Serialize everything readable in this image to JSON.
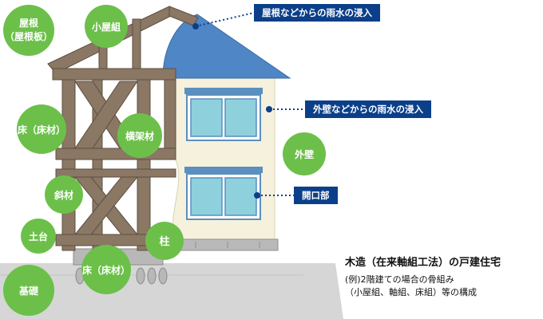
{
  "component_labels": {
    "roof_board": "屋根\n（屋根板）",
    "roof_truss": "小屋組",
    "floor_upper": "床（床材）",
    "horizontal_brace": "横架材",
    "diagonal_brace": "斜材",
    "sill": "土台",
    "foundation": "基礎",
    "floor_lower": "床（床材）",
    "pillar": "柱",
    "exterior_wall": "外壁"
  },
  "callouts": {
    "roof_leak": "屋根などからの雨水の浸入",
    "wall_leak": "外壁などからの雨水の浸入",
    "opening": "開口部"
  },
  "caption": {
    "title": "木造（在来軸組工法）の戸建住宅",
    "line1": "(例)2階建ての場合の骨組み",
    "line2": "（小屋組、軸組、床組）等の構成"
  },
  "colors": {
    "label_circle": "#6cc04a",
    "callout_box": "#0b3f8a",
    "timber": "#8a7764",
    "timber_edge": "#5e4f41",
    "roof": "#4f86c6",
    "wall": "#f5f1dc",
    "window_glass": "#8ed0dc",
    "window_frame": "#5a8fc0",
    "ground": "#d3d3d3"
  }
}
